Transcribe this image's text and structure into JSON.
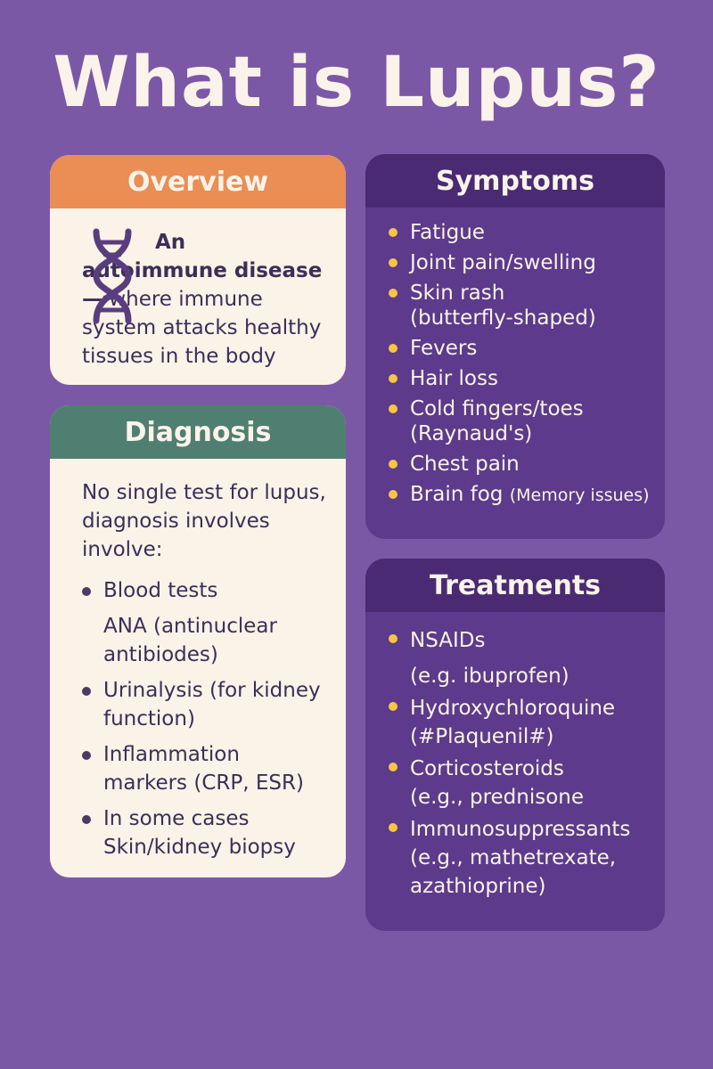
{
  "title": "What is Lupus?",
  "colors": {
    "background": "#7b58a6",
    "overview_header": "#ea8e55",
    "diagnosis_header": "#4f7f71",
    "dark_card": "#5d3a8b",
    "dark_header": "#4a2a72",
    "light_card": "#fbf3e8",
    "bullet_yellow": "#f5c644"
  },
  "overview": {
    "heading": "Overview",
    "icon": "dna-icon",
    "bold_text": "An autoimmune disease —",
    "text": " where immune system attacks healthy tissues in the body"
  },
  "diagnosis": {
    "heading": "Diagnosis",
    "intro": "No single test for lupus, diagnosis involves involve:",
    "items": [
      {
        "label": "Blood tests",
        "detail": "ANA (antinuclear antibiodes)"
      },
      {
        "label": "Urinalysis (for kidney function)"
      },
      {
        "label": "Inflammation markers (CRP, ESR)"
      },
      {
        "label": "In some cases Skin/kidney biopsy"
      }
    ]
  },
  "symptoms": {
    "heading": "Symptoms",
    "items": [
      {
        "label": "Fatigue"
      },
      {
        "label": "Joint pain/swelling"
      },
      {
        "label": "Skin rash",
        "detail": "(butterfly-shaped)"
      },
      {
        "label": "Fevers"
      },
      {
        "label": "Hair loss"
      },
      {
        "label": "Cold fingers/toes",
        "detail": "(Raynaud's)"
      },
      {
        "label": "Chest pain"
      },
      {
        "label": "Brain fog",
        "small": "(Memory issues)"
      }
    ]
  },
  "treatments": {
    "heading": "Treatments",
    "items": [
      {
        "label": "NSAIDs",
        "detail": "(e.g. ibuprofen)"
      },
      {
        "label": "Hydroxychloroquine",
        "detail": "(#Plaquenil#)"
      },
      {
        "label": "Corticosteroids",
        "detail": "(e.g., prednisone"
      },
      {
        "label": "Immunosuppressants",
        "detail": "(e.g., mathetrexate, azathioprine)"
      }
    ]
  }
}
